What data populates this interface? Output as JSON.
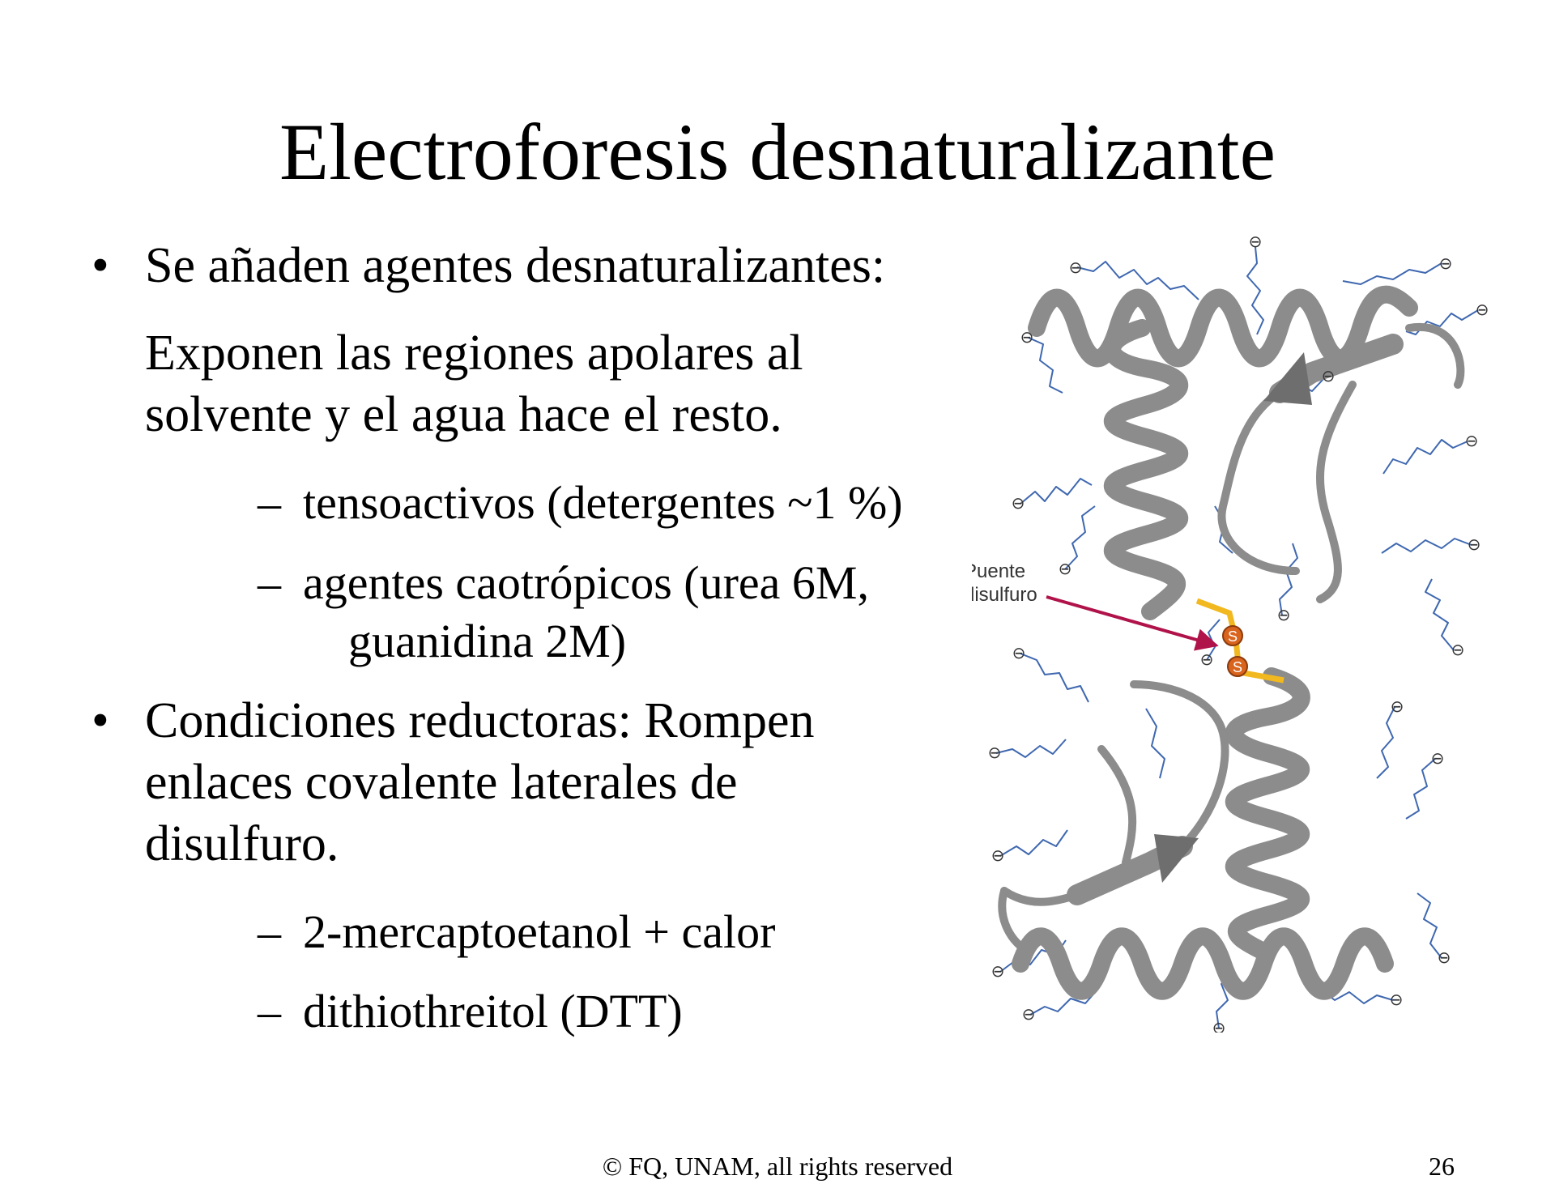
{
  "title": "Electroforesis desnaturalizante",
  "bullets": [
    {
      "marker": "•",
      "lines": [
        "Se añaden agentes desnaturalizantes:"
      ],
      "paragraph": [
        "Exponen las regiones apolares al",
        "solvente y el agua hace el resto."
      ],
      "subitems": [
        {
          "marker": "–",
          "lines": [
            "tensoactivos (detergentes ~1 %)"
          ]
        },
        {
          "marker": "–",
          "lines": [
            "agentes caotrópicos (urea 6M,",
            "guanidina 2M)"
          ]
        }
      ]
    },
    {
      "marker": "•",
      "lines": [
        "Condiciones reductoras: Rompen",
        "enlaces covalente laterales de",
        "disulfuro."
      ],
      "subitems": [
        {
          "marker": "–",
          "lines": [
            "2-mercaptoetanol + calor"
          ]
        },
        {
          "marker": "–",
          "lines": [
            "dithiothreitol (DTT)"
          ]
        }
      ]
    }
  ],
  "figure": {
    "label_lines": [
      "Puente",
      "disulfuro"
    ],
    "sulfur_symbol": "S",
    "charge_symbol": "⊖",
    "colors": {
      "ribbon": "#8c8c8c",
      "ribbon_dark": "#6e6e6e",
      "side_chain": "#3f68b0",
      "disulfide_bond": "#f2b81f",
      "sulfur_atom": "#d9641e",
      "arrow": "#b0124a"
    }
  },
  "footer": {
    "copyright": "© FQ, UNAM, all rights reserved",
    "page_number": "26"
  }
}
